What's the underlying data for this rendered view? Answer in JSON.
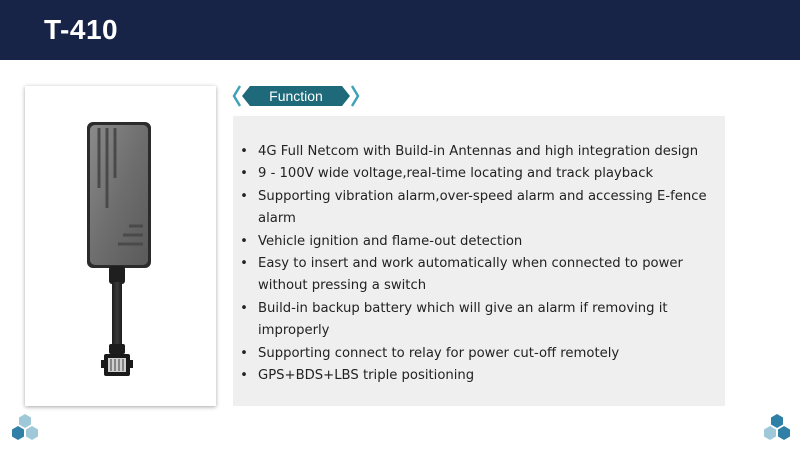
{
  "header": {
    "title": "T-410"
  },
  "section": {
    "label": "Function"
  },
  "features": [
    "4G Full Netcom with Build-in Antennas and high integration design",
    "9 - 100V wide voltage,real-time locating and track playback",
    "Supporting vibration alarm,over-speed alarm and accessing E-fence alarm",
    "Vehicle ignition and flame-out detection",
    "Easy to insert and work automatically when connected to power without pressing a switch",
    "Build-in backup battery which will give an alarm if removing it improperly",
    "Supporting connect to relay for power cut-off remotely",
    "GPS+BDS+LBS triple positioning"
  ],
  "bullet_char": "•",
  "colors": {
    "header_bg": "#172447",
    "tag_fill": "#1f6a7a",
    "tag_chevron": "#3fa3b5",
    "panel_bg": "#efefef",
    "hex_light": "#9fc9d8",
    "hex_dark": "#2f7fa6"
  },
  "icons": {
    "product": "gps-tracker-device-image",
    "decoration": "hexagon-cluster-icon"
  }
}
